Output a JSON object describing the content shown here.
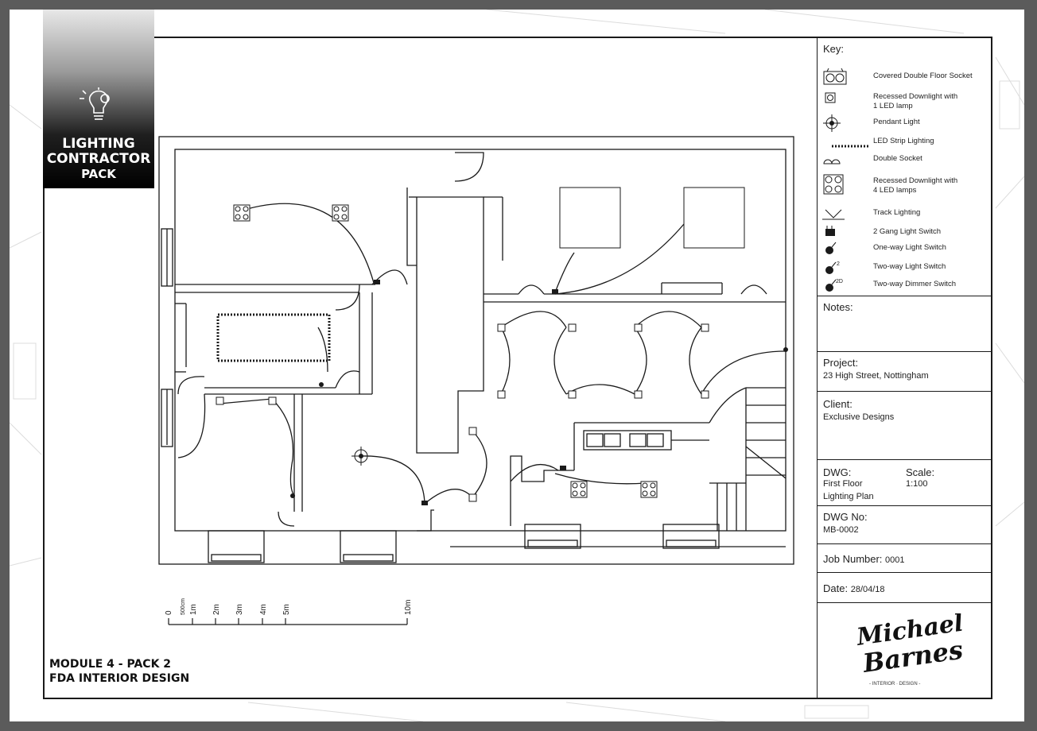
{
  "badge": {
    "line1": "LIGHTING",
    "line2": "CONTRACTOR",
    "line3": "PACK",
    "icon": "lightbulb-gear-icon"
  },
  "key": {
    "title": "Key:",
    "items": [
      {
        "label": "Covered Double Floor Socket",
        "icon": "double-floor-socket-icon"
      },
      {
        "label": "Recessed Downlight with 1 LED lamp",
        "icon": "downlight-1-icon"
      },
      {
        "label": "Pendant Light",
        "icon": "pendant-light-icon"
      },
      {
        "label": "LED Strip Lighting",
        "icon": "led-strip-icon"
      },
      {
        "label": "Double Socket",
        "icon": "double-socket-icon"
      },
      {
        "label": "Recessed Downlight with 4 LED lamps",
        "icon": "downlight-4-icon"
      },
      {
        "label": "Track Lighting",
        "icon": "track-light-icon"
      },
      {
        "label": "2 Gang Light Switch",
        "icon": "two-gang-switch-icon"
      },
      {
        "label": "One-way Light Switch",
        "icon": "one-way-switch-icon"
      },
      {
        "label": "Two-way Light Switch",
        "icon": "two-way-switch-icon",
        "sup": "2"
      },
      {
        "label": "Two-way Dimmer Switch",
        "icon": "dimmer-switch-icon",
        "sup": "2D"
      }
    ]
  },
  "notes": {
    "label": "Notes:"
  },
  "project": {
    "label": "Project:",
    "value": "23 High Street, Nottingham"
  },
  "client": {
    "label": "Client:",
    "value": "Exclusive Designs"
  },
  "dwg": {
    "label": "DWG:",
    "value1": "First Floor",
    "value2": "Lighting Plan"
  },
  "scale": {
    "label": "Scale:",
    "value": "1:100"
  },
  "dwg_no": {
    "label": "DWG No:",
    "value": "MB-0002"
  },
  "job": {
    "label": "Job Number:",
    "value": "0001"
  },
  "date": {
    "label": "Date:",
    "value": "28/04/18"
  },
  "signature": {
    "line1": "Michael",
    "line2": "Barnes",
    "tagline": "- INTERIOR · DESIGN -"
  },
  "scale_bar": {
    "labels": [
      "0",
      "500cm",
      "1m",
      "2m",
      "3m",
      "4m",
      "5m",
      "10m"
    ]
  },
  "module": {
    "line1": "MODULE 4 - PACK 2",
    "line2": "FDA INTERIOR DESIGN"
  }
}
